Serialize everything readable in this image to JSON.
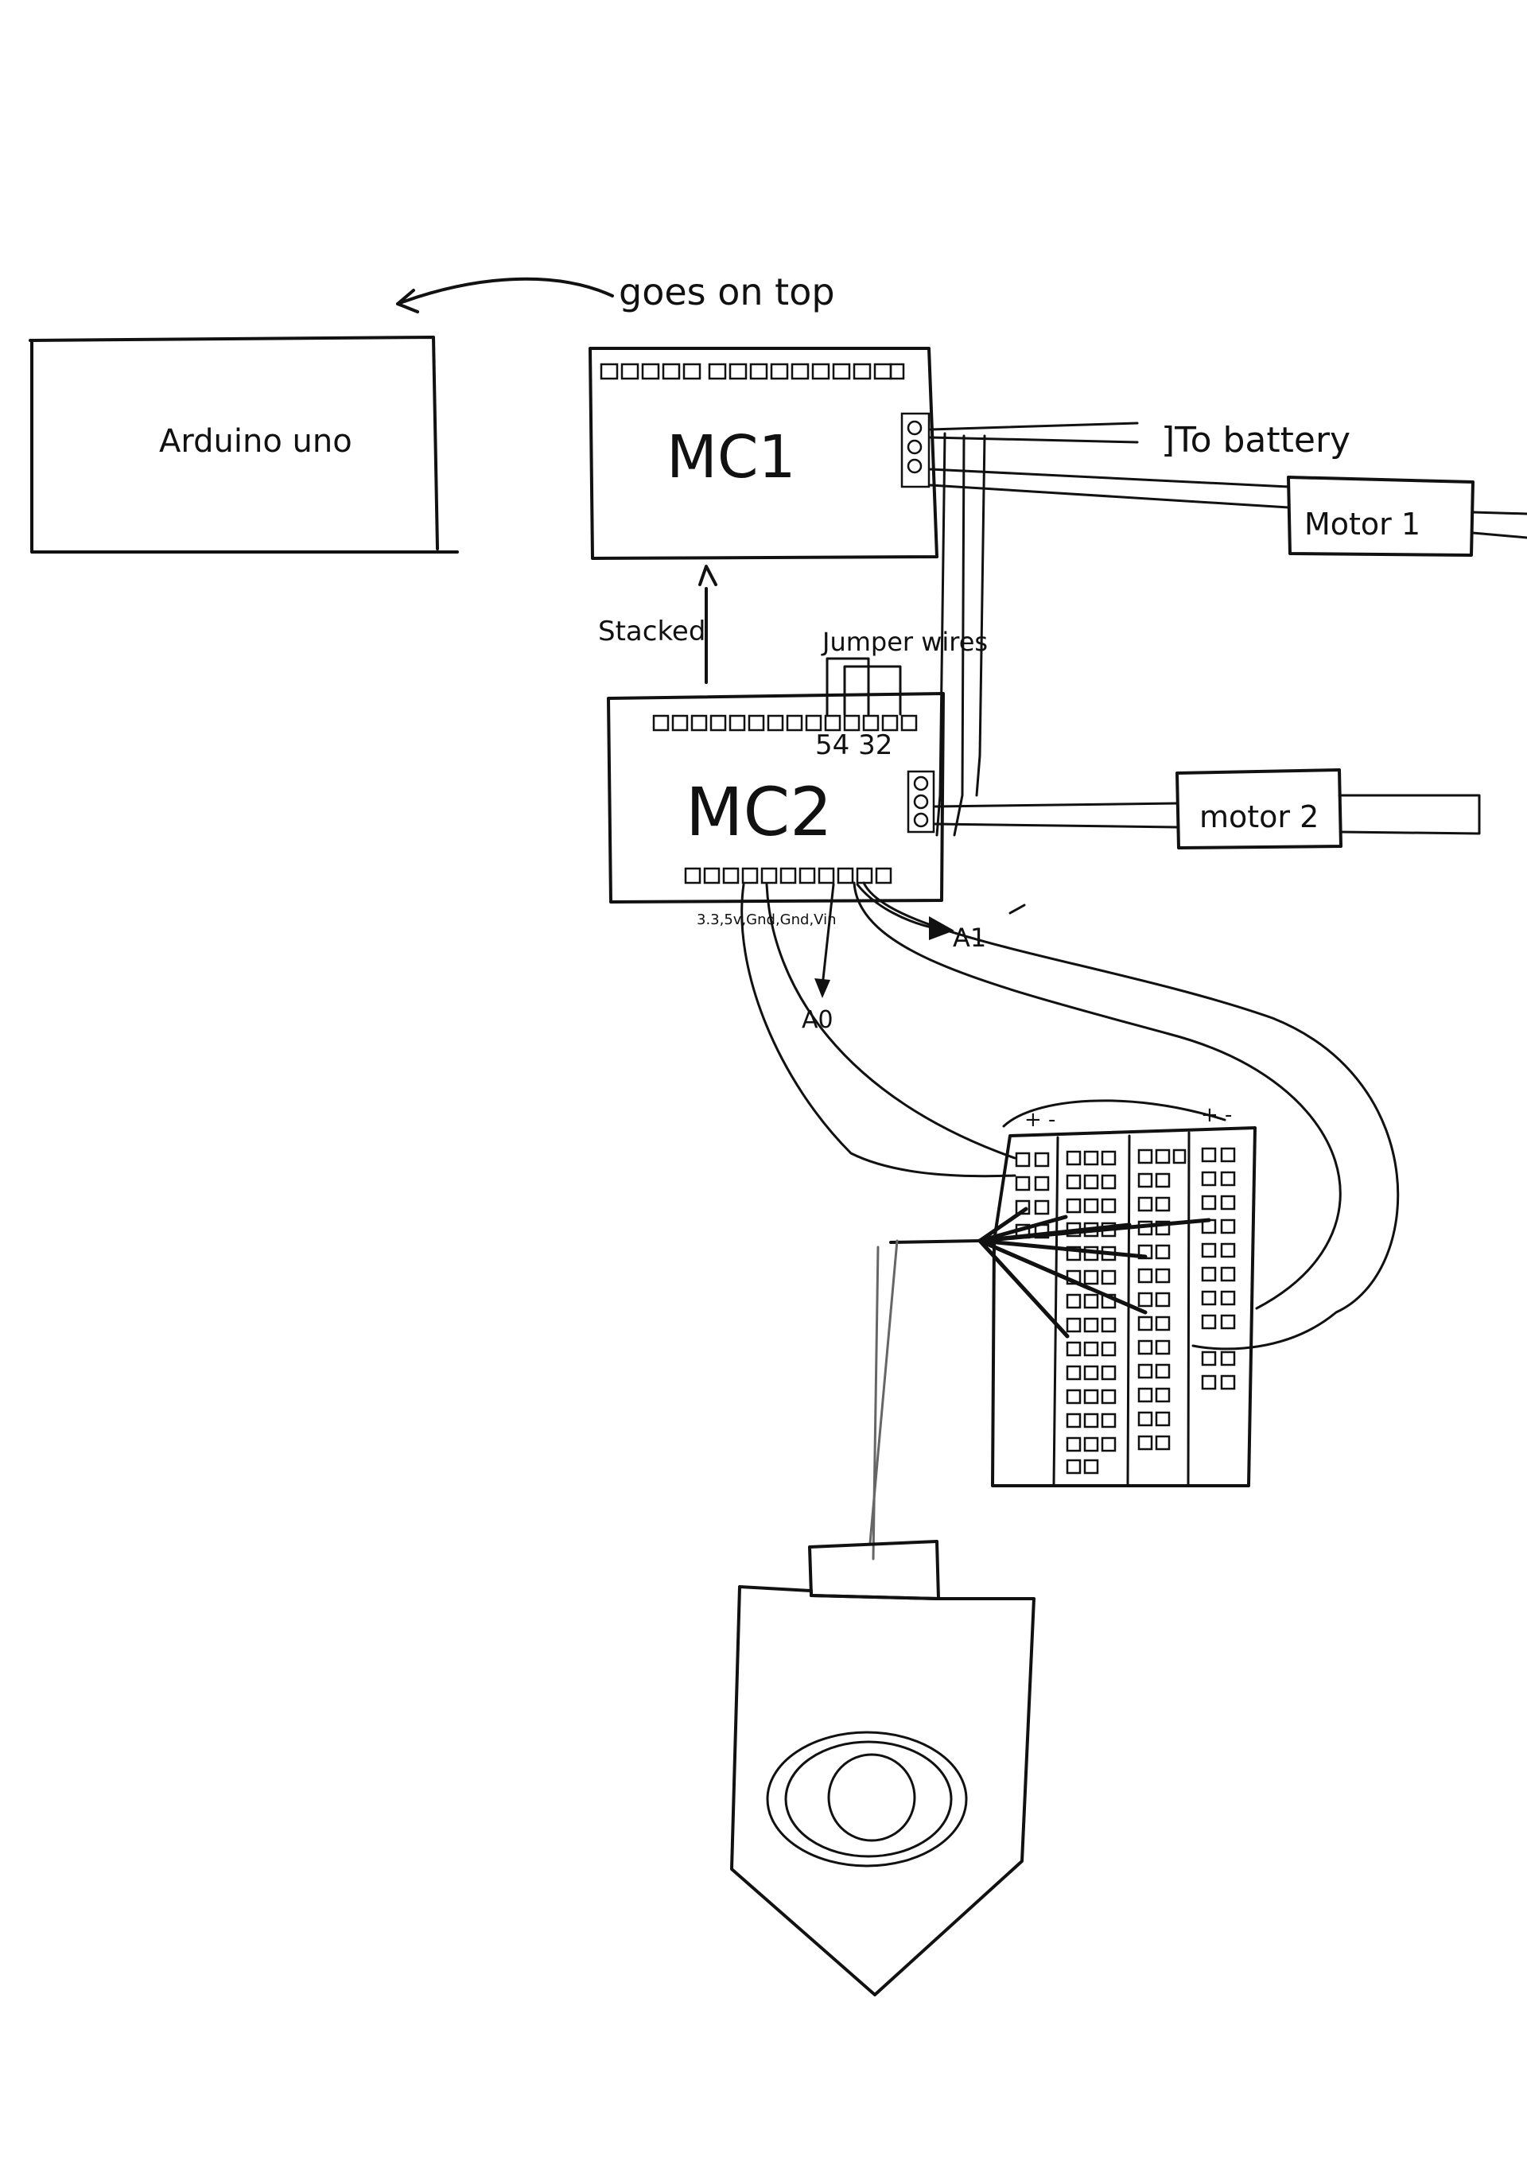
{
  "labels": {
    "goes_on_top": "goes on top",
    "arduino": "Arduino uno",
    "mc1": "MC1",
    "mc2": "MC2",
    "to_battery": "]To battery",
    "motor1": "Motor 1",
    "motor2": "motor 2",
    "stacked": "Stacked",
    "jumper_wires": "Jumper wires",
    "pin_numbers": "54 32",
    "power_pins": "3.3,5v,Gnd,Gnd,Vin",
    "a0": "A0",
    "a1": "A1",
    "breadboard_polarity_left": "+ -",
    "breadboard_polarity_right": "+ -"
  },
  "colors": {
    "ink": "#111111",
    "paper": "#ffffff"
  }
}
